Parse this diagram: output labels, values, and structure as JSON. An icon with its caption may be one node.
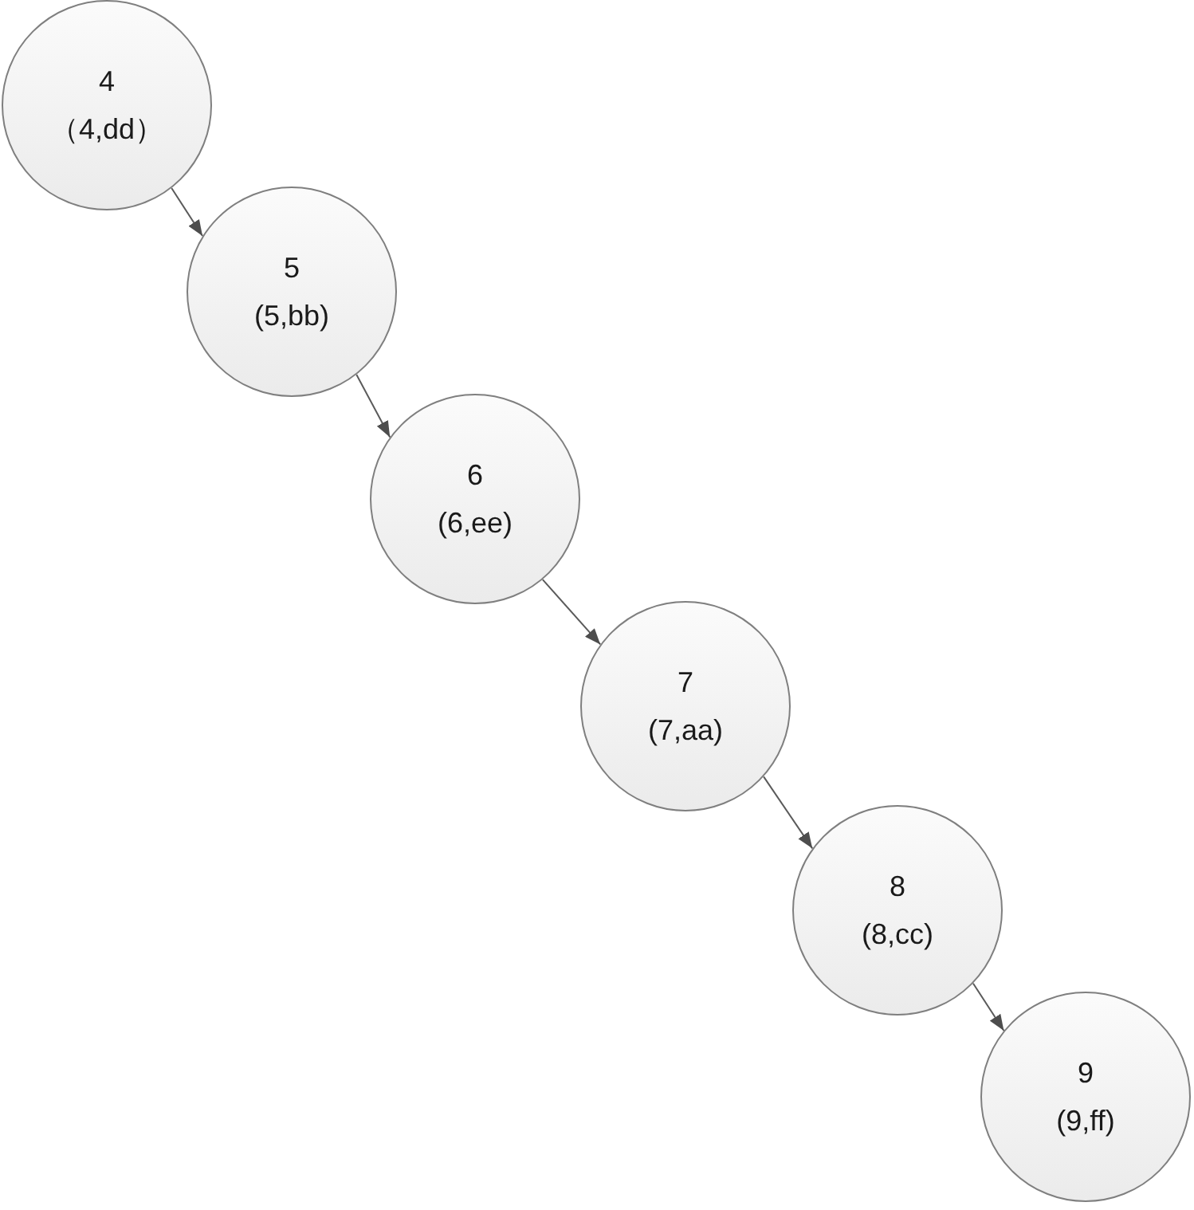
{
  "diagram": {
    "nodes": [
      {
        "text": [
          "4",
          "（4,dd）"
        ]
      },
      {
        "text": [
          "5",
          "(5,bb)"
        ]
      },
      {
        "text": [
          "6",
          "(6,ee)"
        ]
      },
      {
        "text": [
          "7",
          "(7,aa)"
        ]
      },
      {
        "text": [
          "8",
          "(8,cc)"
        ]
      },
      {
        "text": [
          "9",
          "(9,ff)"
        ]
      }
    ],
    "edges": [
      {
        "from": 0,
        "to": 1,
        "arrow": "to"
      },
      {
        "from": 1,
        "to": 2,
        "arrow": "to"
      },
      {
        "from": 2,
        "to": 3,
        "arrow": "to"
      },
      {
        "from": 3,
        "to": 4,
        "arrow": "to"
      },
      {
        "from": 4,
        "to": 5,
        "arrow": "to"
      }
    ]
  }
}
